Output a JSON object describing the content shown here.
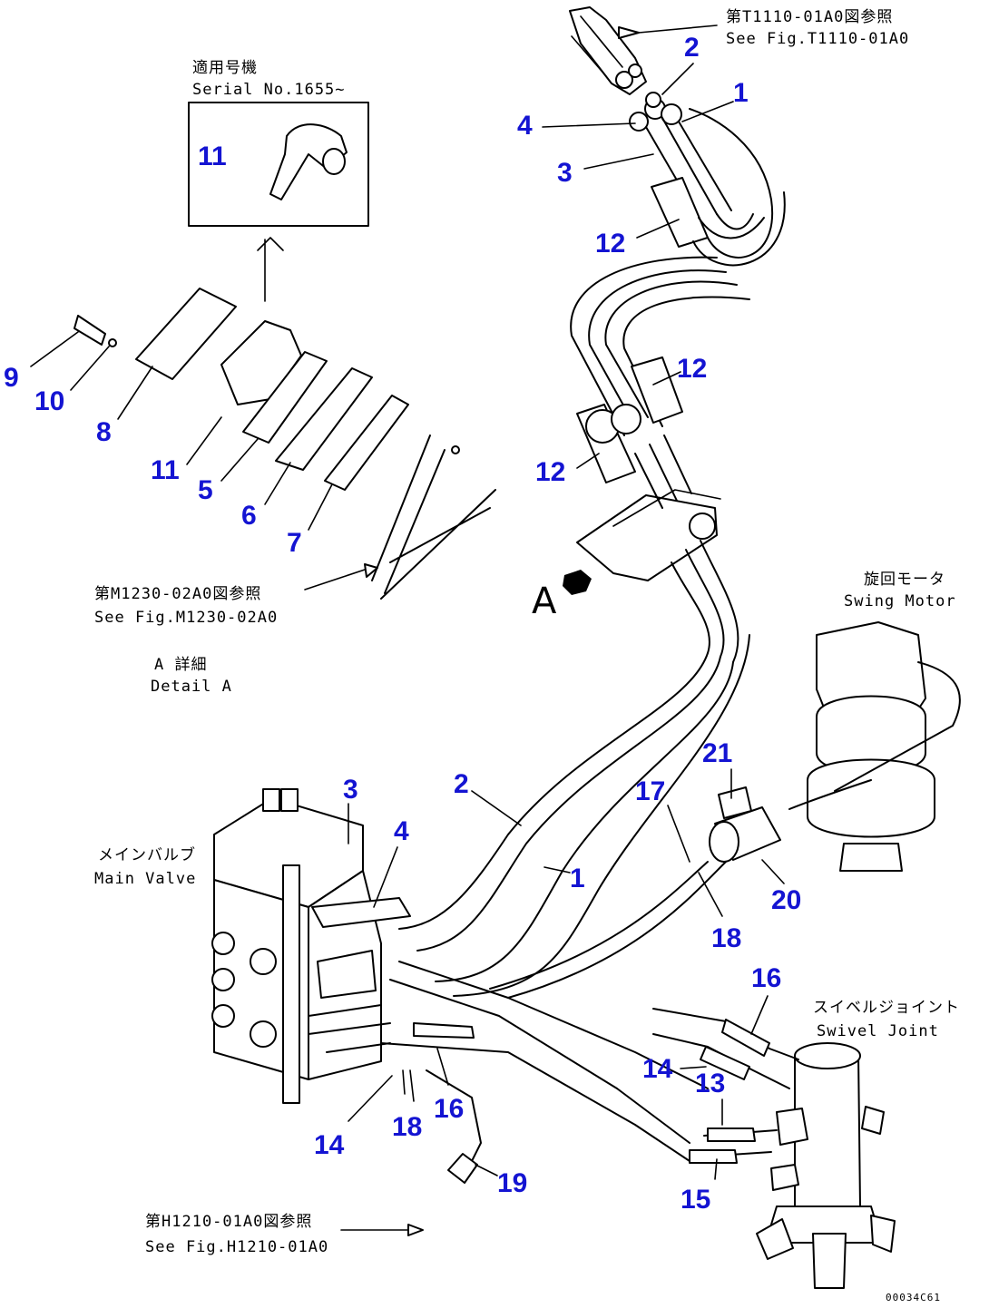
{
  "notes": {
    "top_ref_jp": "第T1110-01A0図参照",
    "top_ref_en": "See Fig.T1110-01A0",
    "serial_jp": "適用号機",
    "serial_en": "Serial No.1655~",
    "mid_ref_jp": "第M1230-02A0図参照",
    "mid_ref_en": "See Fig.M1230-02A0",
    "detail_jp": "A 詳細",
    "detail_en": "Detail A",
    "detail_letter": "A",
    "swing_jp": "旋回モータ",
    "swing_en": "Swing Motor",
    "valve_jp": "メインバルブ",
    "valve_en": "Main Valve",
    "swivel_jp": "スイベルジョイント",
    "swivel_en": "Swivel Joint",
    "bottom_ref_jp": "第H1210-01A0図参照",
    "bottom_ref_en": "See Fig.H1210-01A0",
    "drawing_no": "00034C61"
  },
  "callouts": [
    "1",
    "2",
    "3",
    "4",
    "5",
    "6",
    "7",
    "8",
    "9",
    "10",
    "11",
    "12",
    "13",
    "14",
    "15",
    "16",
    "17",
    "18",
    "19",
    "20",
    "21"
  ],
  "colors": {
    "callout": "#1414d2",
    "line": "#000000"
  }
}
